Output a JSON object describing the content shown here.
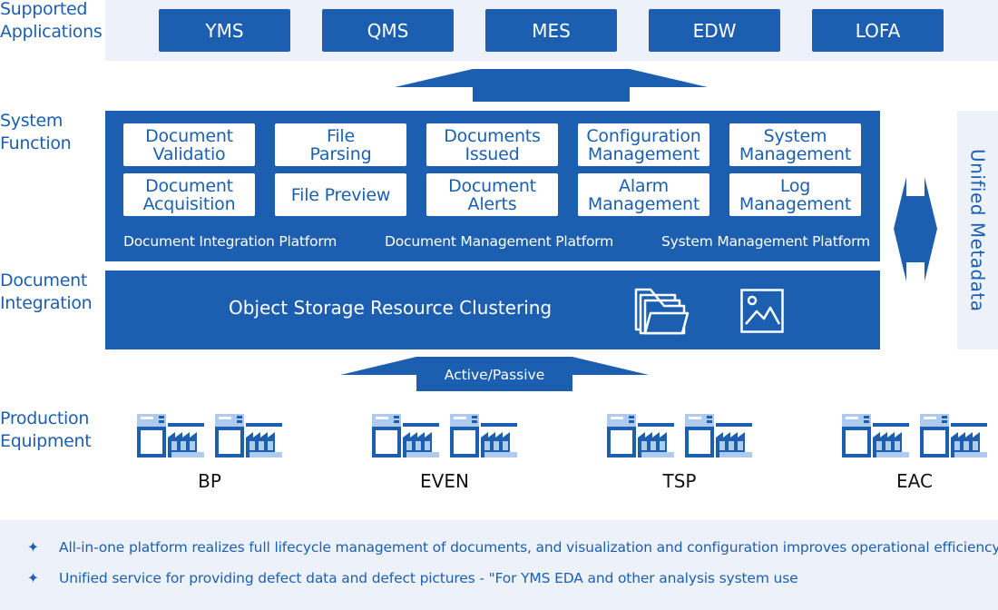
{
  "rows": {
    "applications": "Supported\nApplications",
    "function": "System\nFunction",
    "integration": "Document\nIntegration",
    "equipment": "Production\nEquipment"
  },
  "applications": [
    "YMS",
    "QMS",
    "MES",
    "EDW",
    "LOFA"
  ],
  "functions": [
    "Document\nValidatio",
    "File\nParsing",
    "Documents\nIssued",
    "Configuration\nManagement",
    "System\nManagement",
    "Document\nAcquisition",
    "File Preview",
    "Document\nAlerts",
    "Alarm\nManagement",
    "Log\nManagement"
  ],
  "platforms": [
    "Document Integration Platform",
    "Document Management Platform",
    "System Management Platform"
  ],
  "storage_label": "Object Storage Resource Clustering",
  "transfer_label": "Active/Passive",
  "metadata_label": "Unified Metadata",
  "equipment_groups": [
    "BP",
    "EVEN",
    "TSP",
    "EAC"
  ],
  "notes": [
    "All-in-one platform realizes full lifecycle management of documents, and visualization and configuration improves operational efficiency.",
    "Unified service for providing defect data and defect pictures - \"For YMS EDA and other analysis system use"
  ],
  "note_marker": "✦",
  "colors": {
    "primary": "#1c5fb1",
    "light_band": "#edf2fa",
    "equipment_light": "#aecbee",
    "text_dark": "#111111"
  },
  "icons": [
    "folder-stack-icon",
    "image-icon",
    "factory-equipment-icon",
    "double-arrow-icon",
    "up-arrow-icon"
  ]
}
